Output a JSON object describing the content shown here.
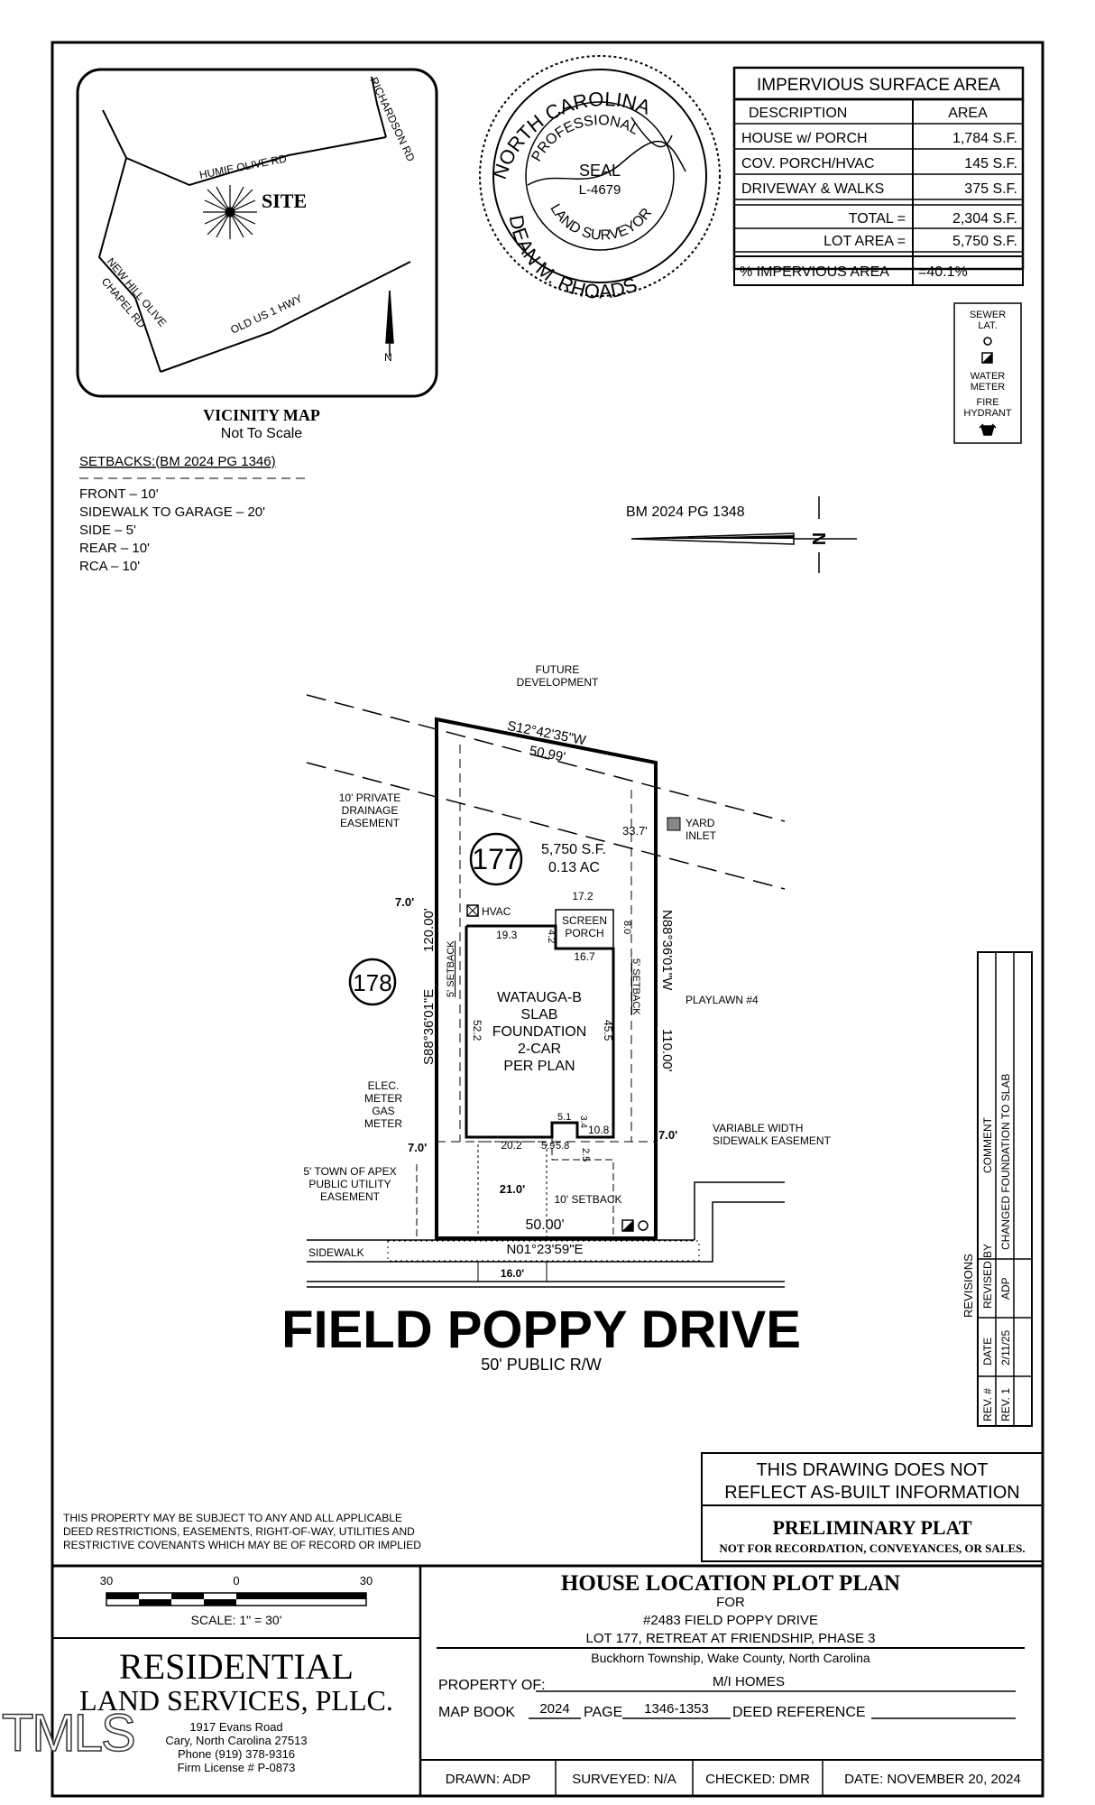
{
  "impervious": {
    "title": "IMPERVIOUS SURFACE AREA",
    "col_description": "DESCRIPTION",
    "col_area": "AREA",
    "rows": [
      {
        "desc": "HOUSE w/ PORCH",
        "area": "1,784 S.F."
      },
      {
        "desc": "COV. PORCH/HVAC",
        "area": "145 S.F."
      },
      {
        "desc": "DRIVEWAY & WALKS",
        "area": "375 S.F."
      }
    ],
    "total_label": "TOTAL =",
    "total_value": "2,304 S.F.",
    "lot_label": "LOT AREA =",
    "lot_value": "5,750 S.F.",
    "pct_label": "% IMPERVIOUS AREA",
    "pct_value": "=40.1%"
  },
  "vicinity": {
    "title": "VICINITY MAP",
    "subtitle": "Not To Scale",
    "site": "SITE",
    "roads": [
      "HUMIE OLIVE RD",
      "RICHARDSON RD",
      "NEW HILL OLIVE",
      "CHAPEL RD",
      "OLD US 1 HWY"
    ]
  },
  "seal": {
    "outer_top": "NORTH CAROLINA",
    "professional": "PROFESSIONAL",
    "word": "SEAL",
    "license": "L-4679",
    "surveyor": "LAND SURVEYOR",
    "name": "DEAN M. RHOADS"
  },
  "legend": {
    "sewer": [
      "SEWER",
      "LAT."
    ],
    "water": [
      "WATER",
      "METER"
    ],
    "fire": [
      "FIRE",
      "HYDRANT"
    ]
  },
  "setbacks": {
    "title": "SETBACKS:(BM 2024 PG 1346)",
    "items": [
      "FRONT – 10'",
      "SIDEWALK TO GARAGE – 20'",
      "SIDE – 5'",
      "REAR – 10'",
      "RCA – 10'"
    ]
  },
  "north": {
    "ref": "BM 2024 PG 1348",
    "letter": "N"
  },
  "plat": {
    "future": [
      "FUTURE",
      "DEVELOPMENT"
    ],
    "bearing_top": "S12°42'35\"W",
    "dist_top": "50.99'",
    "drainage": [
      "10' PRIVATE",
      "DRAINAGE",
      "EASEMENT"
    ],
    "yard_inlet": [
      "YARD",
      "INLET"
    ],
    "d_33": "33.7'",
    "lot_no": "177",
    "lot_area": "5,750 S.F.",
    "lot_ac": "0.13 AC",
    "d_7_top": "7.0'",
    "hvac": "HVAC",
    "d_172": "17.2",
    "porch": [
      "SCREEN",
      "PORCH"
    ],
    "d_80": "8.0",
    "d_193": "19.3",
    "d_42": "4.2",
    "d_167": "16.7",
    "setback_left": "5' SETBACK",
    "setback_right": "5' SETBACK",
    "bearing_left": "S88°36'01\"E",
    "dist_left": "120.00'",
    "bearing_right": "N88°36'01\"W",
    "dist_right": "110.00'",
    "lot_178": "178",
    "house": [
      "WATAUGA-B",
      "SLAB",
      "FOUNDATION",
      "2-CAR",
      "PER PLAN"
    ],
    "d_522": "52.2",
    "d_455": "45.5",
    "playlawn": "PLAYLAWN #4",
    "elec": [
      "ELEC.",
      "METER",
      "GAS",
      "METER"
    ],
    "d_51": "5.1",
    "d_34": "3.4",
    "d_108": "10.8",
    "d_202": "20.2",
    "d_59": "5.9",
    "d_58": "5.8",
    "d_25": "2.5",
    "d_7_left": "7.0'",
    "d_7_right": "7.0'",
    "variable": [
      "VARIABLE WIDTH",
      "SIDEWALK EASEMENT"
    ],
    "town": [
      "5' TOWN OF APEX",
      "PUBLIC UTILITY",
      "EASEMENT"
    ],
    "d_21": "21.0'",
    "setback_front": "10' SETBACK",
    "dist_bottom": "50.00'",
    "bearing_bottom": "N01°23'59\"E",
    "sidewalk": "SIDEWALK",
    "d_16": "16.0'"
  },
  "street": {
    "name": "FIELD POPPY DRIVE",
    "rw": "50' PUBLIC R/W"
  },
  "revisions": {
    "title": "REVISIONS",
    "headers": [
      "REV. #",
      "DATE",
      "REVISED BY",
      "COMMENT"
    ],
    "row": [
      "REV. 1",
      "2/11/25",
      "ADP",
      "CHANGED FOUNDATION TO SLAB"
    ]
  },
  "notice": {
    "line1": "THIS DRAWING DOES NOT",
    "line2": "REFLECT AS-BUILT INFORMATION",
    "prelim": "PRELIMINARY PLAT",
    "prelim_sub": "NOT FOR RECORDATION, CONVEYANCES, OR SALES."
  },
  "restrictions": [
    "THIS PROPERTY MAY BE SUBJECT TO ANY AND ALL APPLICABLE",
    "DEED RESTRICTIONS, EASEMENTS, RIGHT-OF-WAY, UTILITIES AND",
    "RESTRICTIVE COVENANTS WHICH MAY BE OF RECORD OR IMPLIED"
  ],
  "scale": {
    "left": "30",
    "mid": "0",
    "right": "30",
    "label": "SCALE: 1\" = 30'"
  },
  "company": {
    "name1": "RESIDENTIAL",
    "name2": "LAND SERVICES, PLLC.",
    "addr1": "1917 Evans Road",
    "addr2": "Cary, North Carolina 27513",
    "phone": "Phone (919) 378-9316",
    "license": "Firm License # P-0873"
  },
  "titleblock": {
    "title": "HOUSE LOCATION PLOT PLAN",
    "for": "FOR",
    "address": "#2483 FIELD POPPY DRIVE",
    "lot": "LOT 177, RETREAT AT FRIENDSHIP, PHASE 3",
    "township": "Buckhorn Township, Wake County, North Carolina",
    "property_label": "PROPERTY OF:",
    "property_value": "M/I HOMES",
    "mapbook_label": "MAP BOOK",
    "mapbook_value": "2024",
    "page_label": "PAGE",
    "page_value": "1346-1353",
    "deed_label": "DEED REFERENCE"
  },
  "footer": {
    "drawn": "DRAWN: ADP",
    "surveyed": "SURVEYED: N/A",
    "checked": "CHECKED: DMR",
    "date": "DATE: NOVEMBER 20, 2024"
  },
  "watermark": "TMLS"
}
